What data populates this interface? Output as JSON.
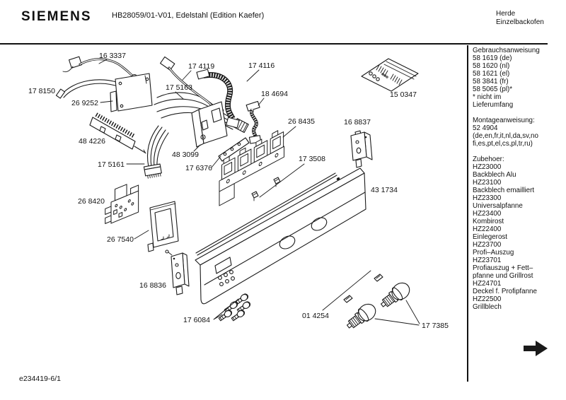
{
  "header": {
    "brand": "SIEMENS",
    "model_line": "HB28059/01-V01, Edelstahl (Edition Kaefer)",
    "category": "Herde\nEinzelbackofen"
  },
  "sidebar": {
    "instructions": [
      "Gebrauchsanweisung",
      "58 1619 (de)",
      "58 1620 (nl)",
      "58 1621 (el)",
      "58 3841 (fr)",
      "58 5065 (pl)*",
      "* nicht im",
      "Lieferumfang"
    ],
    "mounting": [
      "Montageanweisung:",
      "52 4904",
      "(de,en,fr,it,nl,da,sv,no",
      "fi,es,pt,el,cs,pl,tr,ru)"
    ],
    "accessories": [
      "Zubehoer:",
      "HZ23000",
      "Backblech Alu",
      "HZ23100",
      "Backblech emailliert",
      "HZ23300",
      "Universalpfanne",
      "HZ23400",
      "Kombirost",
      "HZ22400",
      "Einlegerost",
      "HZ23700",
      "Profi–Auszug",
      "HZ23701",
      "Profiauszug + Fett–",
      "pfanne und Grillrost",
      "HZ24701",
      "Deckel f. Profipfanne",
      "HZ22500",
      "Grillblech"
    ]
  },
  "diagram": {
    "parts": [
      {
        "number": "16 3337"
      },
      {
        "number": "17 4119"
      },
      {
        "number": "17 4116"
      },
      {
        "number": "17 8150"
      },
      {
        "number": "17 5163"
      },
      {
        "number": "18 4694"
      },
      {
        "number": "26 9252"
      },
      {
        "number": "48 4226"
      },
      {
        "number": "26 8435"
      },
      {
        "number": "16 8837"
      },
      {
        "number": "15 0347"
      },
      {
        "number": "48 3099"
      },
      {
        "number": "17 5161"
      },
      {
        "number": "17 6376"
      },
      {
        "number": "17 3508"
      },
      {
        "number": "43 1734"
      },
      {
        "number": "26 8420"
      },
      {
        "number": "26 7540"
      },
      {
        "number": "16 8836"
      },
      {
        "number": "17 6084"
      },
      {
        "number": "01 4254"
      },
      {
        "number": "17 7385"
      }
    ]
  },
  "footer": {
    "doc_number": "e234419-6/1"
  },
  "colors": {
    "ink": "#1a1a1a",
    "paper": "#ffffff"
  }
}
